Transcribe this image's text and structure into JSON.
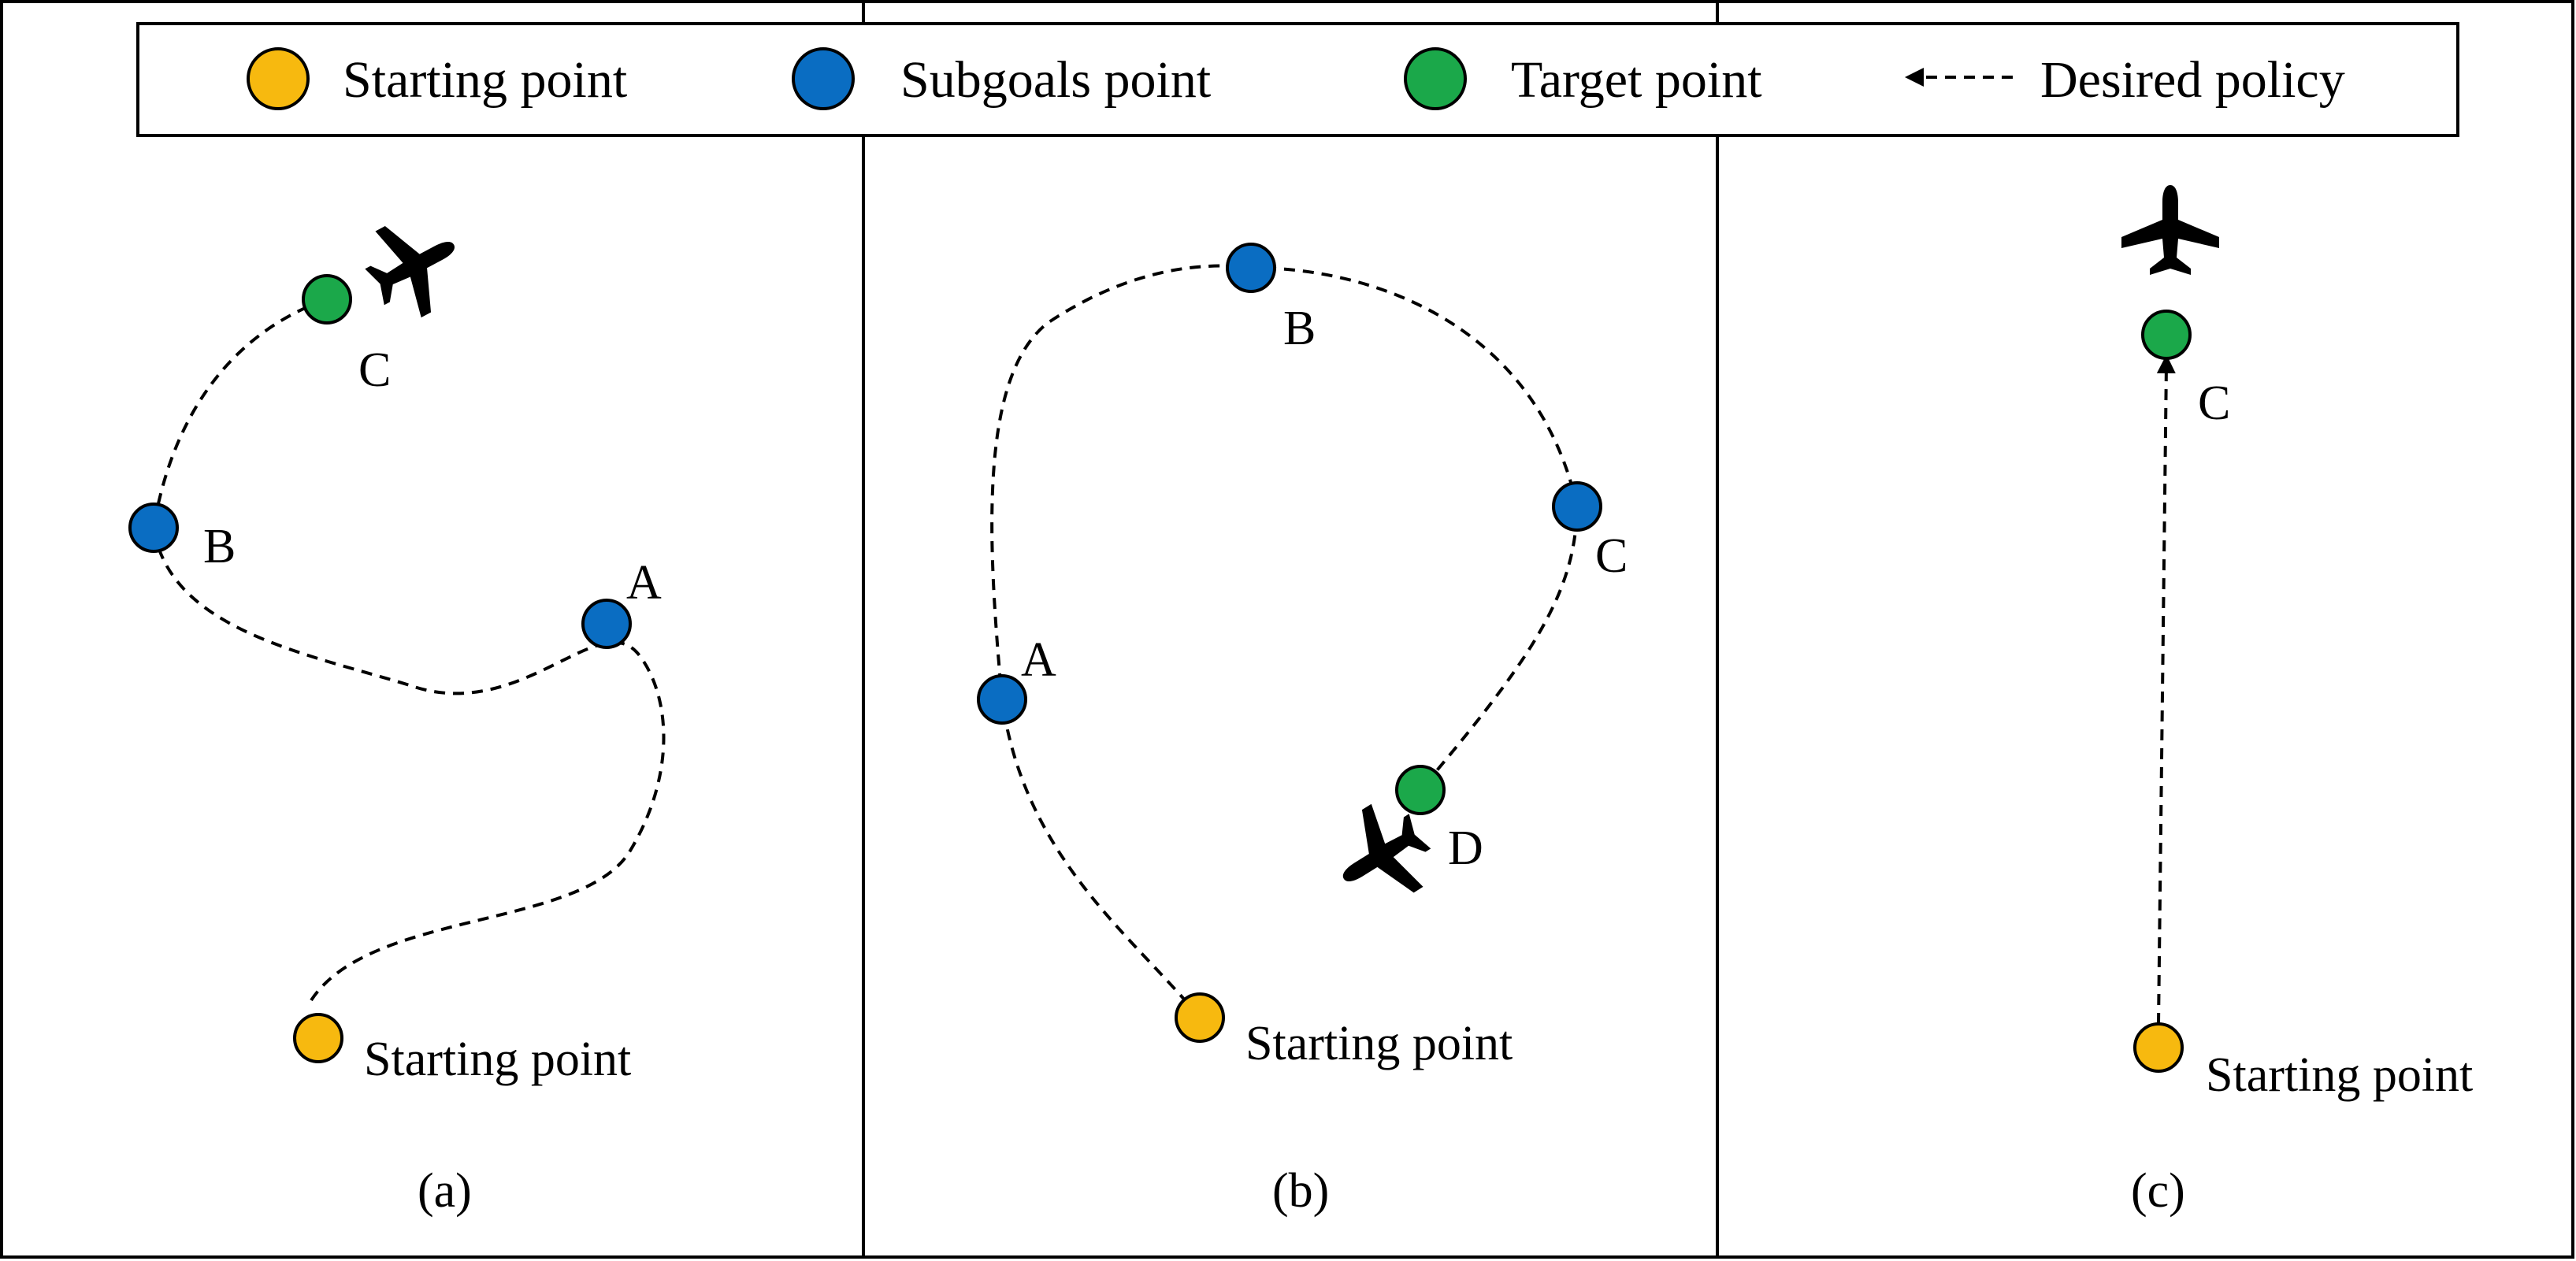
{
  "colors": {
    "start": "#F7B90F",
    "subgoal": "#0A6DC2",
    "target": "#1BA84A",
    "line": "#000000"
  },
  "legend": {
    "start": "Starting point",
    "subgoal": "Subgoals point",
    "target": "Target point",
    "policy": "Desired policy"
  },
  "icons": {
    "aircraft": "airplane-icon"
  },
  "panels": [
    {
      "caption": "(a)",
      "start_label": "Starting point",
      "points": [
        {
          "label": "A",
          "role": "subgoal"
        },
        {
          "label": "B",
          "role": "subgoal"
        },
        {
          "label": "C",
          "role": "target"
        }
      ]
    },
    {
      "caption": "(b)",
      "start_label": "Starting point",
      "points": [
        {
          "label": "A",
          "role": "subgoal"
        },
        {
          "label": "B",
          "role": "subgoal"
        },
        {
          "label": "C",
          "role": "subgoal"
        },
        {
          "label": "D",
          "role": "target"
        }
      ]
    },
    {
      "caption": "(c)",
      "start_label": "Starting point",
      "points": [
        {
          "label": "C",
          "role": "target"
        }
      ]
    }
  ]
}
